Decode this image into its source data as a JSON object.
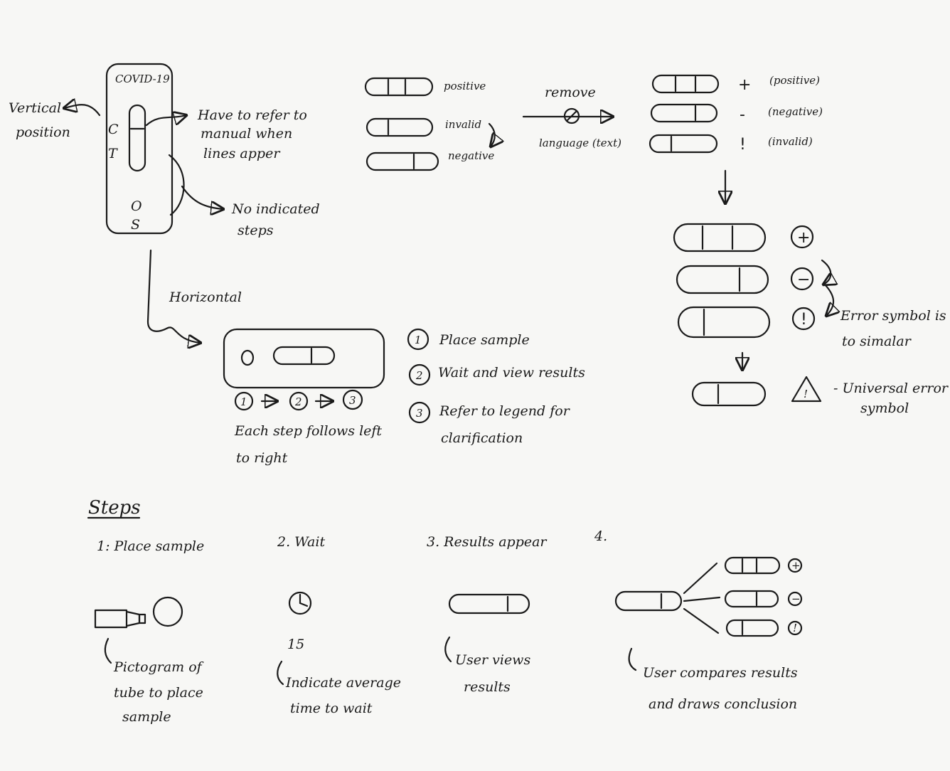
{
  "device": {
    "title": "COVID-19",
    "letters": {
      "c": "C",
      "t": "T",
      "o": "O",
      "s": "S"
    }
  },
  "annotations": {
    "vertical": [
      "Vertical",
      "position"
    ],
    "manual": [
      "Have to refer to",
      "manual when",
      "lines apper"
    ],
    "no_steps": [
      "No indicated",
      "steps"
    ],
    "horizontal": "Horizontal",
    "left_right": [
      "Each step follows left",
      "to right"
    ],
    "remove": "remove",
    "language": "language (text)",
    "error_similar": [
      "Error symbol is",
      "to simalar"
    ],
    "universal": [
      "- Universal error",
      "symbol"
    ]
  },
  "legend_words": {
    "positive": "positive",
    "invalid": "invalid",
    "negative": "negative"
  },
  "legend_symbols": [
    {
      "sym": "+",
      "label": "(positive)"
    },
    {
      "sym": "-",
      "label": "(negative)"
    },
    {
      "sym": "!",
      "label": "(invalid)"
    }
  ],
  "circled_symbols": {
    "plus": "+",
    "minus": "−",
    "excl": "!",
    "warn": "!"
  },
  "numbered_steps": [
    {
      "num": "1",
      "text": [
        "Place sample"
      ]
    },
    {
      "num": "2",
      "text": [
        "Wait and view results"
      ]
    },
    {
      "num": "3",
      "text": [
        "Refer to legend for",
        "clarification"
      ]
    }
  ],
  "flow_nums": [
    "1",
    "2",
    "3"
  ],
  "steps": {
    "heading": "Steps",
    "items": [
      {
        "label": "1: Place sample",
        "note": [
          "Pictogram of",
          "tube to place",
          "sample"
        ]
      },
      {
        "label": "2. Wait",
        "value": "15",
        "note": [
          "Indicate average",
          "time to wait"
        ]
      },
      {
        "label": "3. Results appear",
        "note": [
          "User views",
          "results"
        ]
      },
      {
        "label": "4.",
        "note": [
          "User compares results",
          "and draws conclusion"
        ]
      }
    ],
    "mini_symbols": [
      "+",
      "−",
      "!"
    ]
  }
}
